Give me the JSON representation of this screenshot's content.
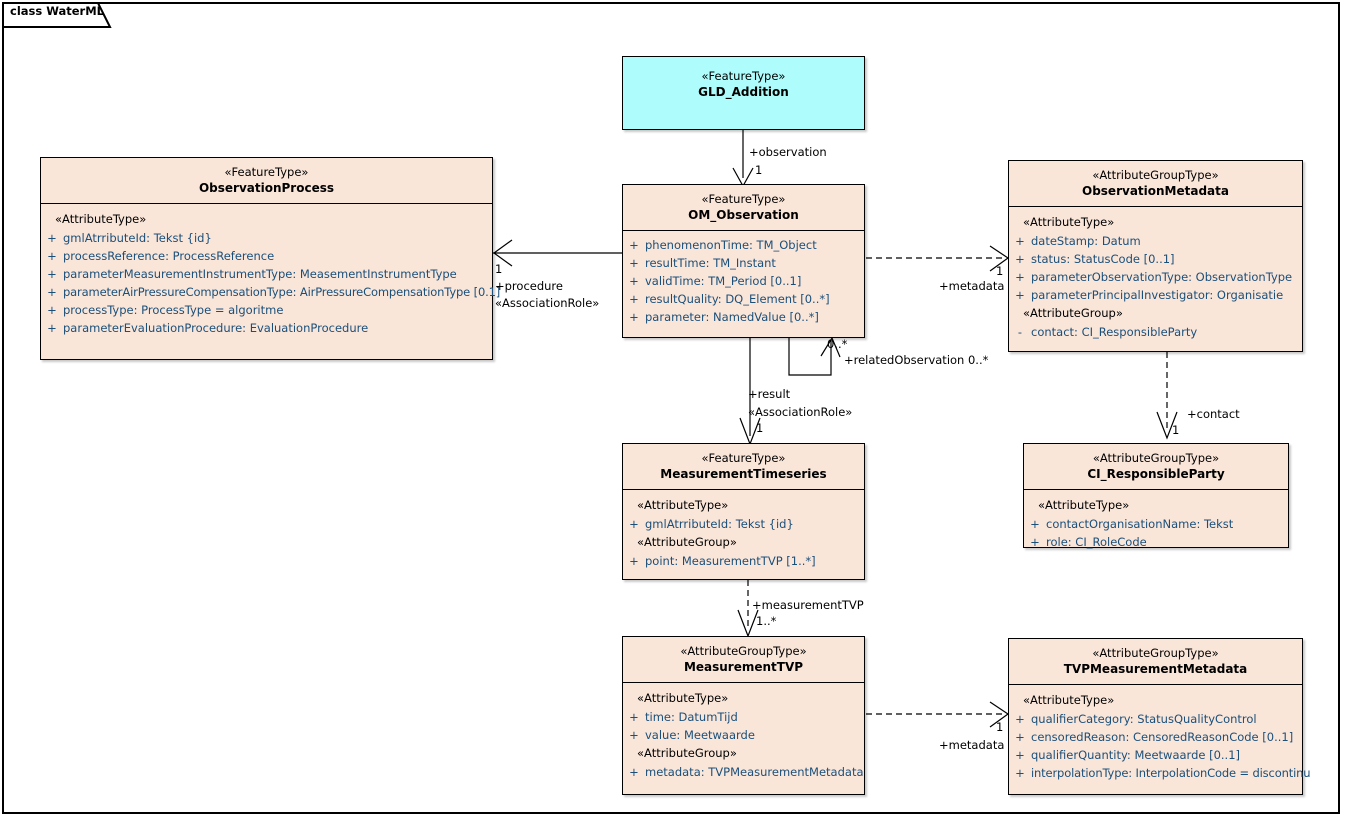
{
  "diagram": {
    "frame_label": "class WaterML",
    "colors": {
      "class_fill": "#FAE6D9",
      "highlight_fill": "#AEFCFC",
      "border": "#000000",
      "attribute_text": "#1A4F7A"
    }
  },
  "classes": {
    "gld_addition": {
      "stereotype": "«FeatureType»",
      "name": "GLD_Addition",
      "groups": []
    },
    "observation_process": {
      "stereotype": "«FeatureType»",
      "name": "ObservationProcess",
      "groups": [
        {
          "label": "«AttributeType»",
          "attributes": [
            {
              "visibility": "+",
              "text": "gmlAtrributeId: Tekst {id}"
            },
            {
              "visibility": "+",
              "text": "processReference: ProcessReference"
            },
            {
              "visibility": "+",
              "text": "parameterMeasurementInstrumentType: MeasementInstrumentType"
            },
            {
              "visibility": "+",
              "text": "parameterAirPressureCompensationType: AirPressureCompensationType [0.1]"
            },
            {
              "visibility": "+",
              "text": "processType: ProcessType = algoritme"
            },
            {
              "visibility": "+",
              "text": "parameterEvaluationProcedure: EvaluationProcedure"
            }
          ]
        }
      ]
    },
    "om_observation": {
      "stereotype": "«FeatureType»",
      "name": "OM_Observation",
      "groups": [
        {
          "label": "",
          "attributes": [
            {
              "visibility": "+",
              "text": "phenomenonTime: TM_Object"
            },
            {
              "visibility": "+",
              "text": "resultTime: TM_Instant"
            },
            {
              "visibility": "+",
              "text": "validTime: TM_Period [0..1]"
            },
            {
              "visibility": "+",
              "text": "resultQuality: DQ_Element [0..*]"
            },
            {
              "visibility": "+",
              "text": "parameter: NamedValue [0..*]"
            }
          ]
        }
      ]
    },
    "observation_metadata": {
      "stereotype": "«AttributeGroupType»",
      "name": "ObservationMetadata",
      "groups": [
        {
          "label": "«AttributeType»",
          "attributes": [
            {
              "visibility": "+",
              "text": "dateStamp: Datum"
            },
            {
              "visibility": "+",
              "text": "status: StatusCode [0..1]"
            },
            {
              "visibility": "+",
              "text": "parameterObservationType: ObservationType"
            },
            {
              "visibility": "+",
              "text": "parameterPrincipalInvestigator: Organisatie"
            }
          ]
        },
        {
          "label": "«AttributeGroup»",
          "attributes": [
            {
              "visibility": "-",
              "text": "contact: CI_ResponsibleParty"
            }
          ]
        }
      ]
    },
    "measurement_timeseries": {
      "stereotype": "«FeatureType»",
      "name": "MeasurementTimeseries",
      "groups": [
        {
          "label": "«AttributeType»",
          "attributes": [
            {
              "visibility": "+",
              "text": "gmlAtrributeId: Tekst {id}"
            }
          ]
        },
        {
          "label": "«AttributeGroup»",
          "attributes": [
            {
              "visibility": "+",
              "text": "point: MeasurementTVP [1..*]"
            }
          ]
        }
      ]
    },
    "ci_responsible_party": {
      "stereotype": "«AttributeGroupType»",
      "name": "CI_ResponsibleParty",
      "groups": [
        {
          "label": "«AttributeType»",
          "attributes": [
            {
              "visibility": "+",
              "text": "contactOrganisationName: Tekst"
            },
            {
              "visibility": "+",
              "text": "role: CI_RoleCode"
            }
          ]
        }
      ]
    },
    "measurement_tvp": {
      "stereotype": "«AttributeGroupType»",
      "name": "MeasurementTVP",
      "groups": [
        {
          "label": "«AttributeType»",
          "attributes": [
            {
              "visibility": "+",
              "text": "time: DatumTijd"
            },
            {
              "visibility": "+",
              "text": "value: Meetwaarde"
            }
          ]
        },
        {
          "label": "«AttributeGroup»",
          "attributes": [
            {
              "visibility": "+",
              "text": "metadata: TVPMeasurementMetadata"
            }
          ]
        }
      ]
    },
    "tvp_measurement_metadata": {
      "stereotype": "«AttributeGroupType»",
      "name": "TVPMeasurementMetadata",
      "groups": [
        {
          "label": "«AttributeType»",
          "attributes": [
            {
              "visibility": "+",
              "text": "qualifierCategory: StatusQualityControl"
            },
            {
              "visibility": "+",
              "text": "censoredReason: CensoredReasonCode [0..1]"
            },
            {
              "visibility": "+",
              "text": "qualifierQuantity: Meetwaarde [0..1]"
            },
            {
              "visibility": "+",
              "text": "interpolationType: InterpolationCode = discontinu"
            }
          ]
        }
      ]
    }
  },
  "connections": {
    "observation": {
      "role": "+observation",
      "multiplicity": "1"
    },
    "procedure": {
      "multiplicity": "1",
      "role": "+procedure",
      "stereotype": "«AssociationRole»"
    },
    "metadata_observation": {
      "role": "+metadata",
      "multiplicity": "1"
    },
    "related_observation": {
      "source_multiplicity": "0..*",
      "role": "+relatedObservation 0..*"
    },
    "result": {
      "role": "+result",
      "stereotype": "«AssociationRole»",
      "multiplicity": "1"
    },
    "contact": {
      "role": "+contact",
      "multiplicity": "1"
    },
    "measurement_tvp": {
      "role": "+measurementTVP",
      "multiplicity": "1..*"
    },
    "metadata_tvp": {
      "role": "+metadata",
      "multiplicity": "1"
    }
  }
}
